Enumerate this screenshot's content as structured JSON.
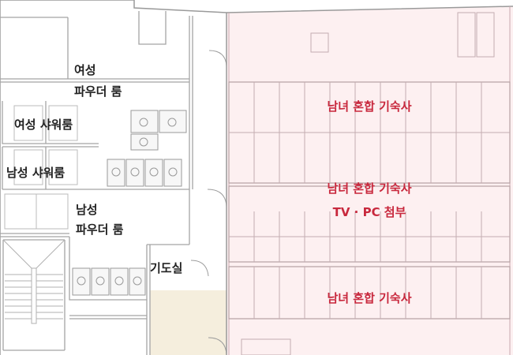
{
  "rooms": {
    "womens_powder_room": [
      "여성",
      "파우더 룸"
    ],
    "womens_shower_room": "여성  샤워룸",
    "mens_shower_room": "남성  샤워룸",
    "mens_powder_room": [
      "남성",
      "파우더 룸"
    ],
    "prayer_room": "기도실",
    "dorm_top": "남녀 혼합 기숙사",
    "dorm_middle": "남녀 혼합 기숙사",
    "dorm_middle_amenities": "TV · PC 첨부",
    "dorm_bottom": "남녀 혼합 기숙사"
  },
  "colors": {
    "dorm_fill": "#fdf0f1",
    "prayer_fill": "#f5eedd",
    "wall": "#9a9a9a",
    "label_red": "#c8283d",
    "label_dark": "#222222"
  }
}
